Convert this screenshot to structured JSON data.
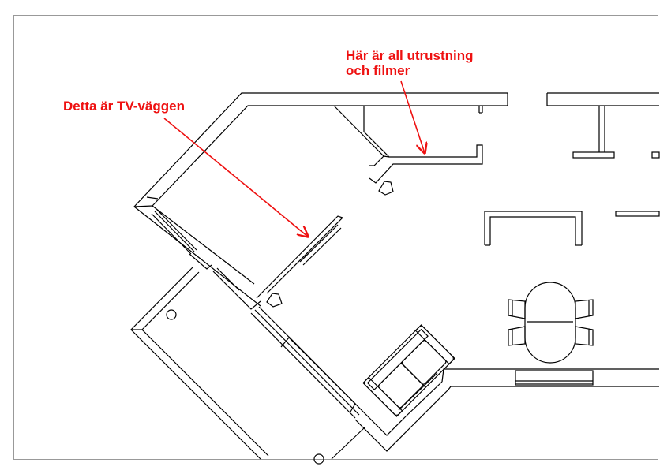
{
  "annotations": {
    "tv_wall": "Detta är TV-väggen",
    "equipment_line1": "Här är all utrustning",
    "equipment_line2": "och filmer"
  },
  "colors": {
    "annotation": "#ee1111",
    "lines": "#000000",
    "background": "#ffffff",
    "frame": "#999999"
  }
}
